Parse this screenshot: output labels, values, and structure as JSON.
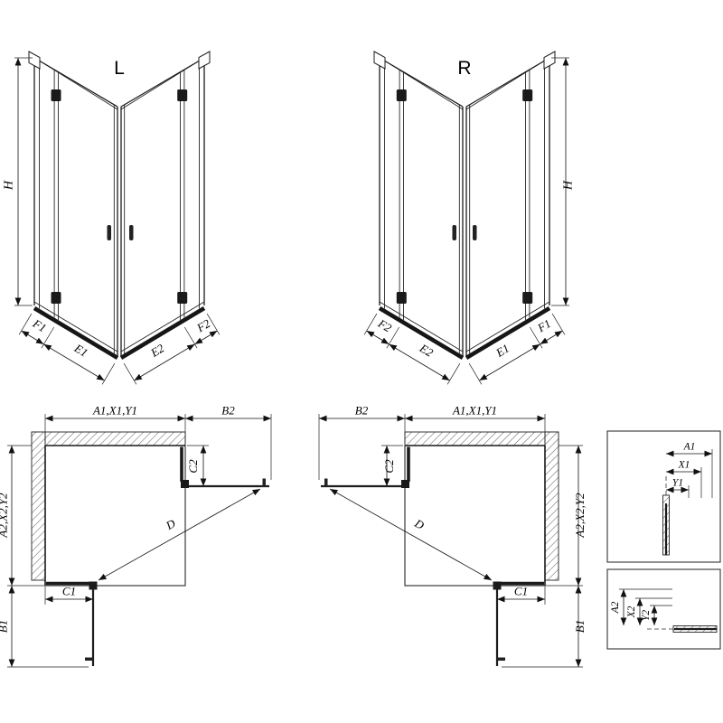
{
  "front_views": {
    "left": {
      "label": "L",
      "h": "H",
      "f1": "F1",
      "e1": "E1",
      "e2": "E2",
      "f2": "F2"
    },
    "right": {
      "label": "R",
      "h": "H",
      "f1": "F1",
      "e1": "E1",
      "e2": "E2",
      "f2": "F2"
    }
  },
  "plan_views": {
    "left": {
      "width_top": "A1,X1,Y1",
      "b2": "B2",
      "c2": "C2",
      "depth_side": "A2,X2,Y2",
      "c1": "C1",
      "b1": "B1",
      "d": "D"
    },
    "right": {
      "width_top": "A1,X1,Y1",
      "b2": "B2",
      "c2": "C2",
      "depth_side": "A2,X2,Y2",
      "c1": "C1",
      "b1": "B1",
      "d": "D"
    }
  },
  "details": {
    "wall_profile_top": {
      "a1": "A1",
      "x1": "X1",
      "y1": "Y1"
    },
    "wall_profile_bottom": {
      "a2": "A2",
      "x2": "X2",
      "y2": "Y2"
    }
  }
}
